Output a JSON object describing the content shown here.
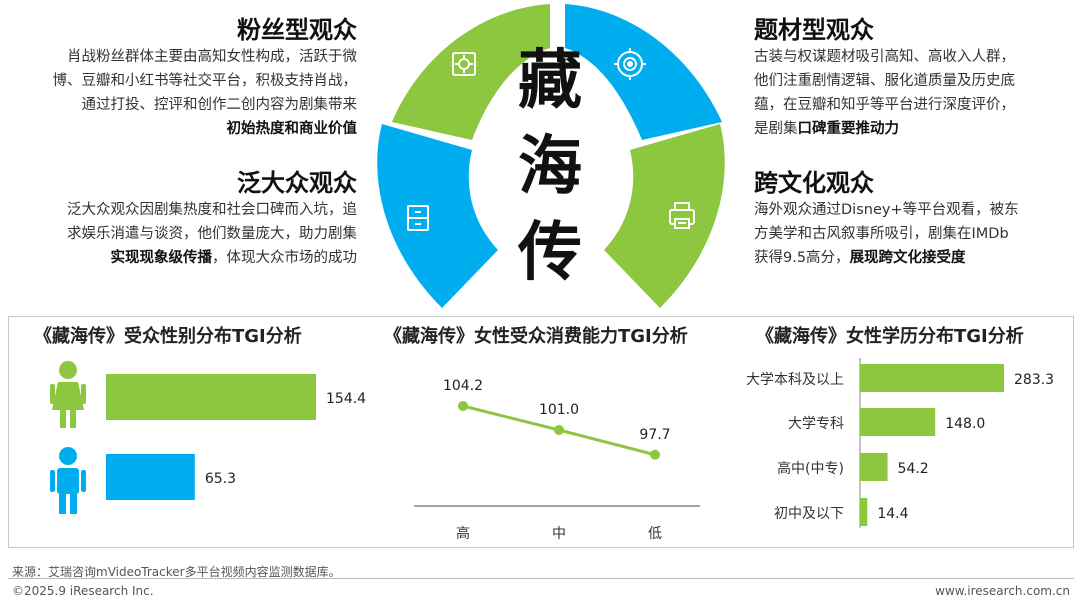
{
  "colors": {
    "green": "#8dc63f",
    "blue": "#00aeef"
  },
  "fans": {
    "title": "粉丝型观众",
    "lines": [
      "肖战粉丝群体主要由高知女性构成，活跃于微",
      "博、豆瓣和小红书等社交平台，积极支持肖战，",
      "通过打投、控评和创作二创内容为剧集带来"
    ],
    "bold": "初始热度和商业价值"
  },
  "mass": {
    "title": "泛大众观众",
    "lines": [
      "泛大众观众因剧集热度和社会口碑而入坑，追",
      "求娱乐消遣与谈资，他们数量庞大，助力剧集"
    ],
    "bold": "实现现象级传播",
    "tail": "，体现大众市场的成功"
  },
  "genre": {
    "title": "题材型观众",
    "lines": [
      "古装与权谋题材吸引高知、高收入人群，",
      "他们注重剧情逻辑、服化道质量及历史底",
      "蕴，在豆瓣和知乎等平台进行深度评价，"
    ],
    "pre": "是剧集",
    "bold": "口碑重要推动力"
  },
  "cross": {
    "title": "跨文化观众",
    "lines": [
      "海外观众通过Disney+等平台观看，被东",
      "方美学和古风叙事所吸引，剧集在IMDb"
    ],
    "pre": "获得9.5高分，",
    "bold": "展现跨文化接受度"
  },
  "center": {
    "chars": [
      "藏",
      "海",
      "传"
    ]
  },
  "icons": {
    "top_left": "gear-icon",
    "top_right": "target-icon",
    "left": "cabinet-icon",
    "right": "printer-icon"
  },
  "chart_data": [
    {
      "type": "bar",
      "title": "《藏海传》受众性别分布TGI分析",
      "categories": [
        "female-icon",
        "male-icon"
      ],
      "values": [
        154.4,
        65.3
      ],
      "value_labels": [
        "154.4",
        "65.3"
      ]
    },
    {
      "type": "line",
      "title": "《藏海传》女性受众消费能力TGI分析",
      "categories": [
        "高",
        "中",
        "低"
      ],
      "values": [
        104.2,
        101.0,
        97.7
      ],
      "value_labels": [
        "104.2",
        "101.0",
        "97.7"
      ]
    },
    {
      "type": "bar",
      "title": "《藏海传》女性学历分布TGI分析",
      "categories": [
        "大学本科及以上",
        "大学专科",
        "高中(中专)",
        "初中及以下"
      ],
      "values": [
        283.3,
        148.0,
        54.2,
        14.4
      ],
      "value_labels": [
        "283.3",
        "148.0",
        "54.2",
        "14.4"
      ]
    }
  ],
  "footer": {
    "source": "来源：艾瑞咨询mVideoTracker多平台视频内容监测数据库。",
    "copyright": "©2025.9 iResearch Inc.",
    "site": "www.iresearch.com.cn"
  }
}
